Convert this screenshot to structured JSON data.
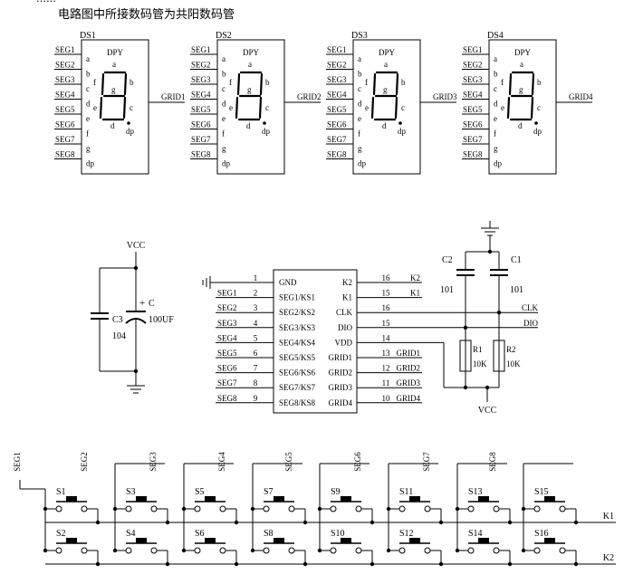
{
  "header": {
    "top_fragment": "……",
    "caption": "电路图中所接数码管为共阳数码管"
  },
  "displays": [
    {
      "ref": "DS1",
      "part": "DPY",
      "grid": "GRID1"
    },
    {
      "ref": "DS2",
      "part": "DPY",
      "grid": "GRID2"
    },
    {
      "ref": "DS3",
      "part": "DPY",
      "grid": "GRID3"
    },
    {
      "ref": "DS4",
      "part": "DPY",
      "grid": "GRID4"
    }
  ],
  "display_pins": [
    "SEG1",
    "SEG2",
    "SEG3",
    "SEG4",
    "SEG5",
    "SEG6",
    "SEG7",
    "SEG8"
  ],
  "display_pin_letters": [
    "a",
    "b",
    "c",
    "d",
    "e",
    "f",
    "g",
    "dp"
  ],
  "segment_labels": {
    "a": "a",
    "b": "b",
    "c": "c",
    "d": "d",
    "e": "e",
    "f": "f",
    "g": "g",
    "dp": "dp"
  },
  "power": {
    "vcc_top": "VCC",
    "c3_ref": "C3",
    "c3_value": "104",
    "c_ref": "C",
    "c_value": "100UF",
    "plus": "+"
  },
  "chip": {
    "left_pins": [
      {
        "num": "1",
        "name": "GND",
        "net": ""
      },
      {
        "num": "2",
        "name": "SEG1/KS1",
        "net": "SEG1"
      },
      {
        "num": "3",
        "name": "SEG2/KS2",
        "net": "SEG2"
      },
      {
        "num": "4",
        "name": "SEG3/KS3",
        "net": "SEG3"
      },
      {
        "num": "5",
        "name": "SEG4/KS4",
        "net": "SEG4"
      },
      {
        "num": "6",
        "name": "SEG5/KS5",
        "net": "SEG5"
      },
      {
        "num": "7",
        "name": "SEG6/KS6",
        "net": "SEG6"
      },
      {
        "num": "8",
        "name": "SEG7/KS7",
        "net": "SEG7"
      },
      {
        "num": "9",
        "name": "SEG8/KS8",
        "net": "SEG8"
      }
    ],
    "right_pins": [
      {
        "num": "16",
        "name": "K2",
        "net": "K2"
      },
      {
        "num": "15",
        "name": "K1",
        "net": "K1"
      },
      {
        "num": "16",
        "name": "CLK",
        "net": "CLK"
      },
      {
        "num": "15",
        "name": "DIO",
        "net": "DIO"
      },
      {
        "num": "14",
        "name": "VDD",
        "net": ""
      },
      {
        "num": "13",
        "name": "GRID1",
        "net": "GRID1"
      },
      {
        "num": "12",
        "name": "GRID2",
        "net": "GRID2"
      },
      {
        "num": "11",
        "name": "GRID3",
        "net": "GRID3"
      },
      {
        "num": "10",
        "name": "GRID4",
        "net": "GRID4"
      }
    ]
  },
  "pullups": {
    "c2_ref": "C2",
    "c2_value": "101",
    "c1_ref": "C1",
    "c1_value": "101",
    "r1_ref": "R1",
    "r1_value": "10K",
    "r2_ref": "R2",
    "r2_value": "10K",
    "vcc_bottom": "VCC"
  },
  "keys": {
    "seg_lines": [
      "SEG1",
      "SEG2",
      "SEG3",
      "SEG4",
      "SEG5",
      "SEG6",
      "SEG7",
      "SEG8"
    ],
    "row1": [
      "S1",
      "S3",
      "S5",
      "S7",
      "S9",
      "S11",
      "S13",
      "S15"
    ],
    "row2": [
      "S2",
      "S4",
      "S6",
      "S8",
      "S10",
      "S12",
      "S14",
      "S16"
    ],
    "k1": "K1",
    "k2": "K2"
  }
}
